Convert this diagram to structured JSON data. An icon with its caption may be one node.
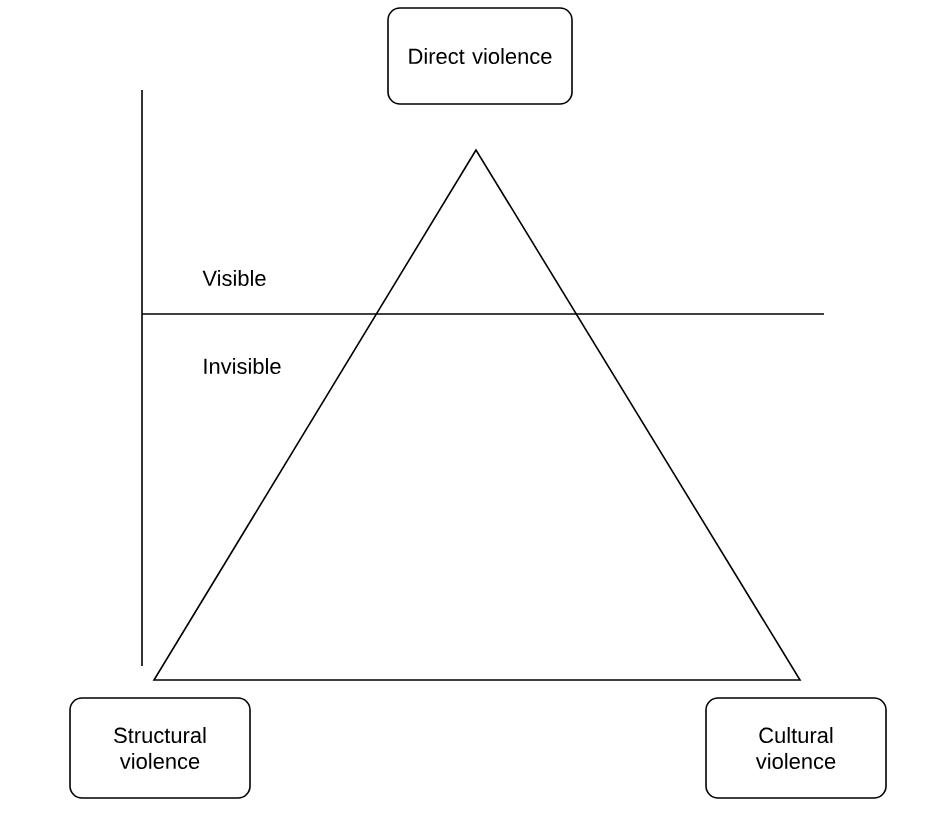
{
  "diagram": {
    "nodes": [
      {
        "text": [
          "Direct violence"
        ]
      },
      {
        "text": [
          "Structural violence"
        ]
      },
      {
        "text": [
          "Cultural violence"
        ]
      }
    ],
    "labels": [
      "Visible",
      "Invisible"
    ]
  }
}
